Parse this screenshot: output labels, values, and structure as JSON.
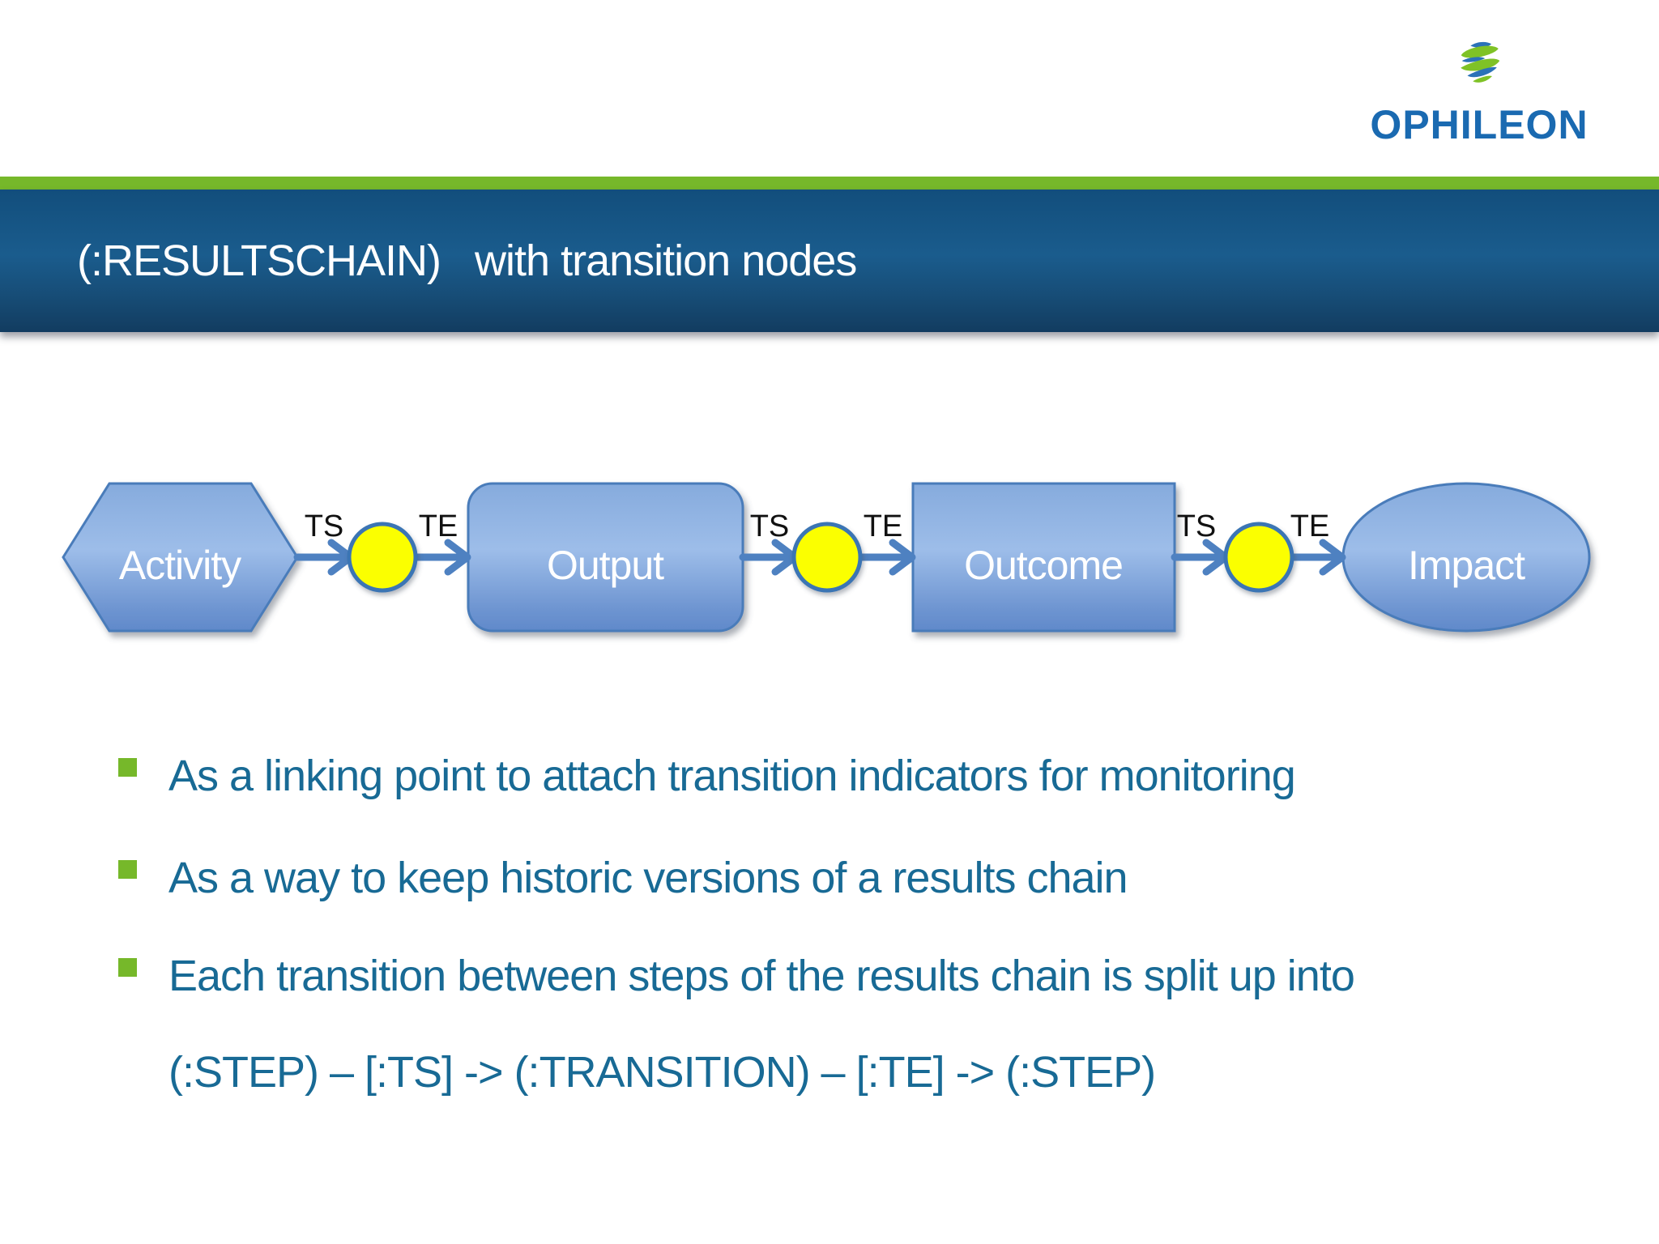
{
  "logo": {
    "wordmark": "OPHILEON"
  },
  "header": {
    "title": "(:RESULTSCHAIN)   with transition nodes"
  },
  "diagram": {
    "ts_label": "TS",
    "te_label": "TE",
    "nodes": [
      {
        "label": "Activity",
        "shape": "hexagon"
      },
      {
        "label": "Output",
        "shape": "rounded-rectangle"
      },
      {
        "label": "Outcome",
        "shape": "rectangle"
      },
      {
        "label": "Impact",
        "shape": "ellipse"
      }
    ],
    "transition_node_count": 3
  },
  "bullets": [
    {
      "text": "As a linking point to attach transition indicators for monitoring"
    },
    {
      "text": "As a way to keep historic versions of a results chain"
    },
    {
      "text": "Each transition between steps of the results chain is split up into"
    },
    {
      "text": "(:STEP) – [:TS] -> (:TRANSITION) – [:TE] -> (:STEP)",
      "continuation_of_previous": true
    }
  ],
  "colors": {
    "accent_green": "#76b82a",
    "band_blue_top": "#124e7c",
    "band_blue_bottom": "#123c60",
    "bullet_text_teal": "#186a95",
    "node_fill_light": "#9dbde9",
    "node_fill_dark": "#6089ca",
    "node_border_blue": "#4a7bba",
    "arrow_blue": "#4e81c1",
    "transition_yellow": "#fbff00",
    "logo_blue": "#1a6ab1",
    "logo_green": "#7fc226"
  }
}
